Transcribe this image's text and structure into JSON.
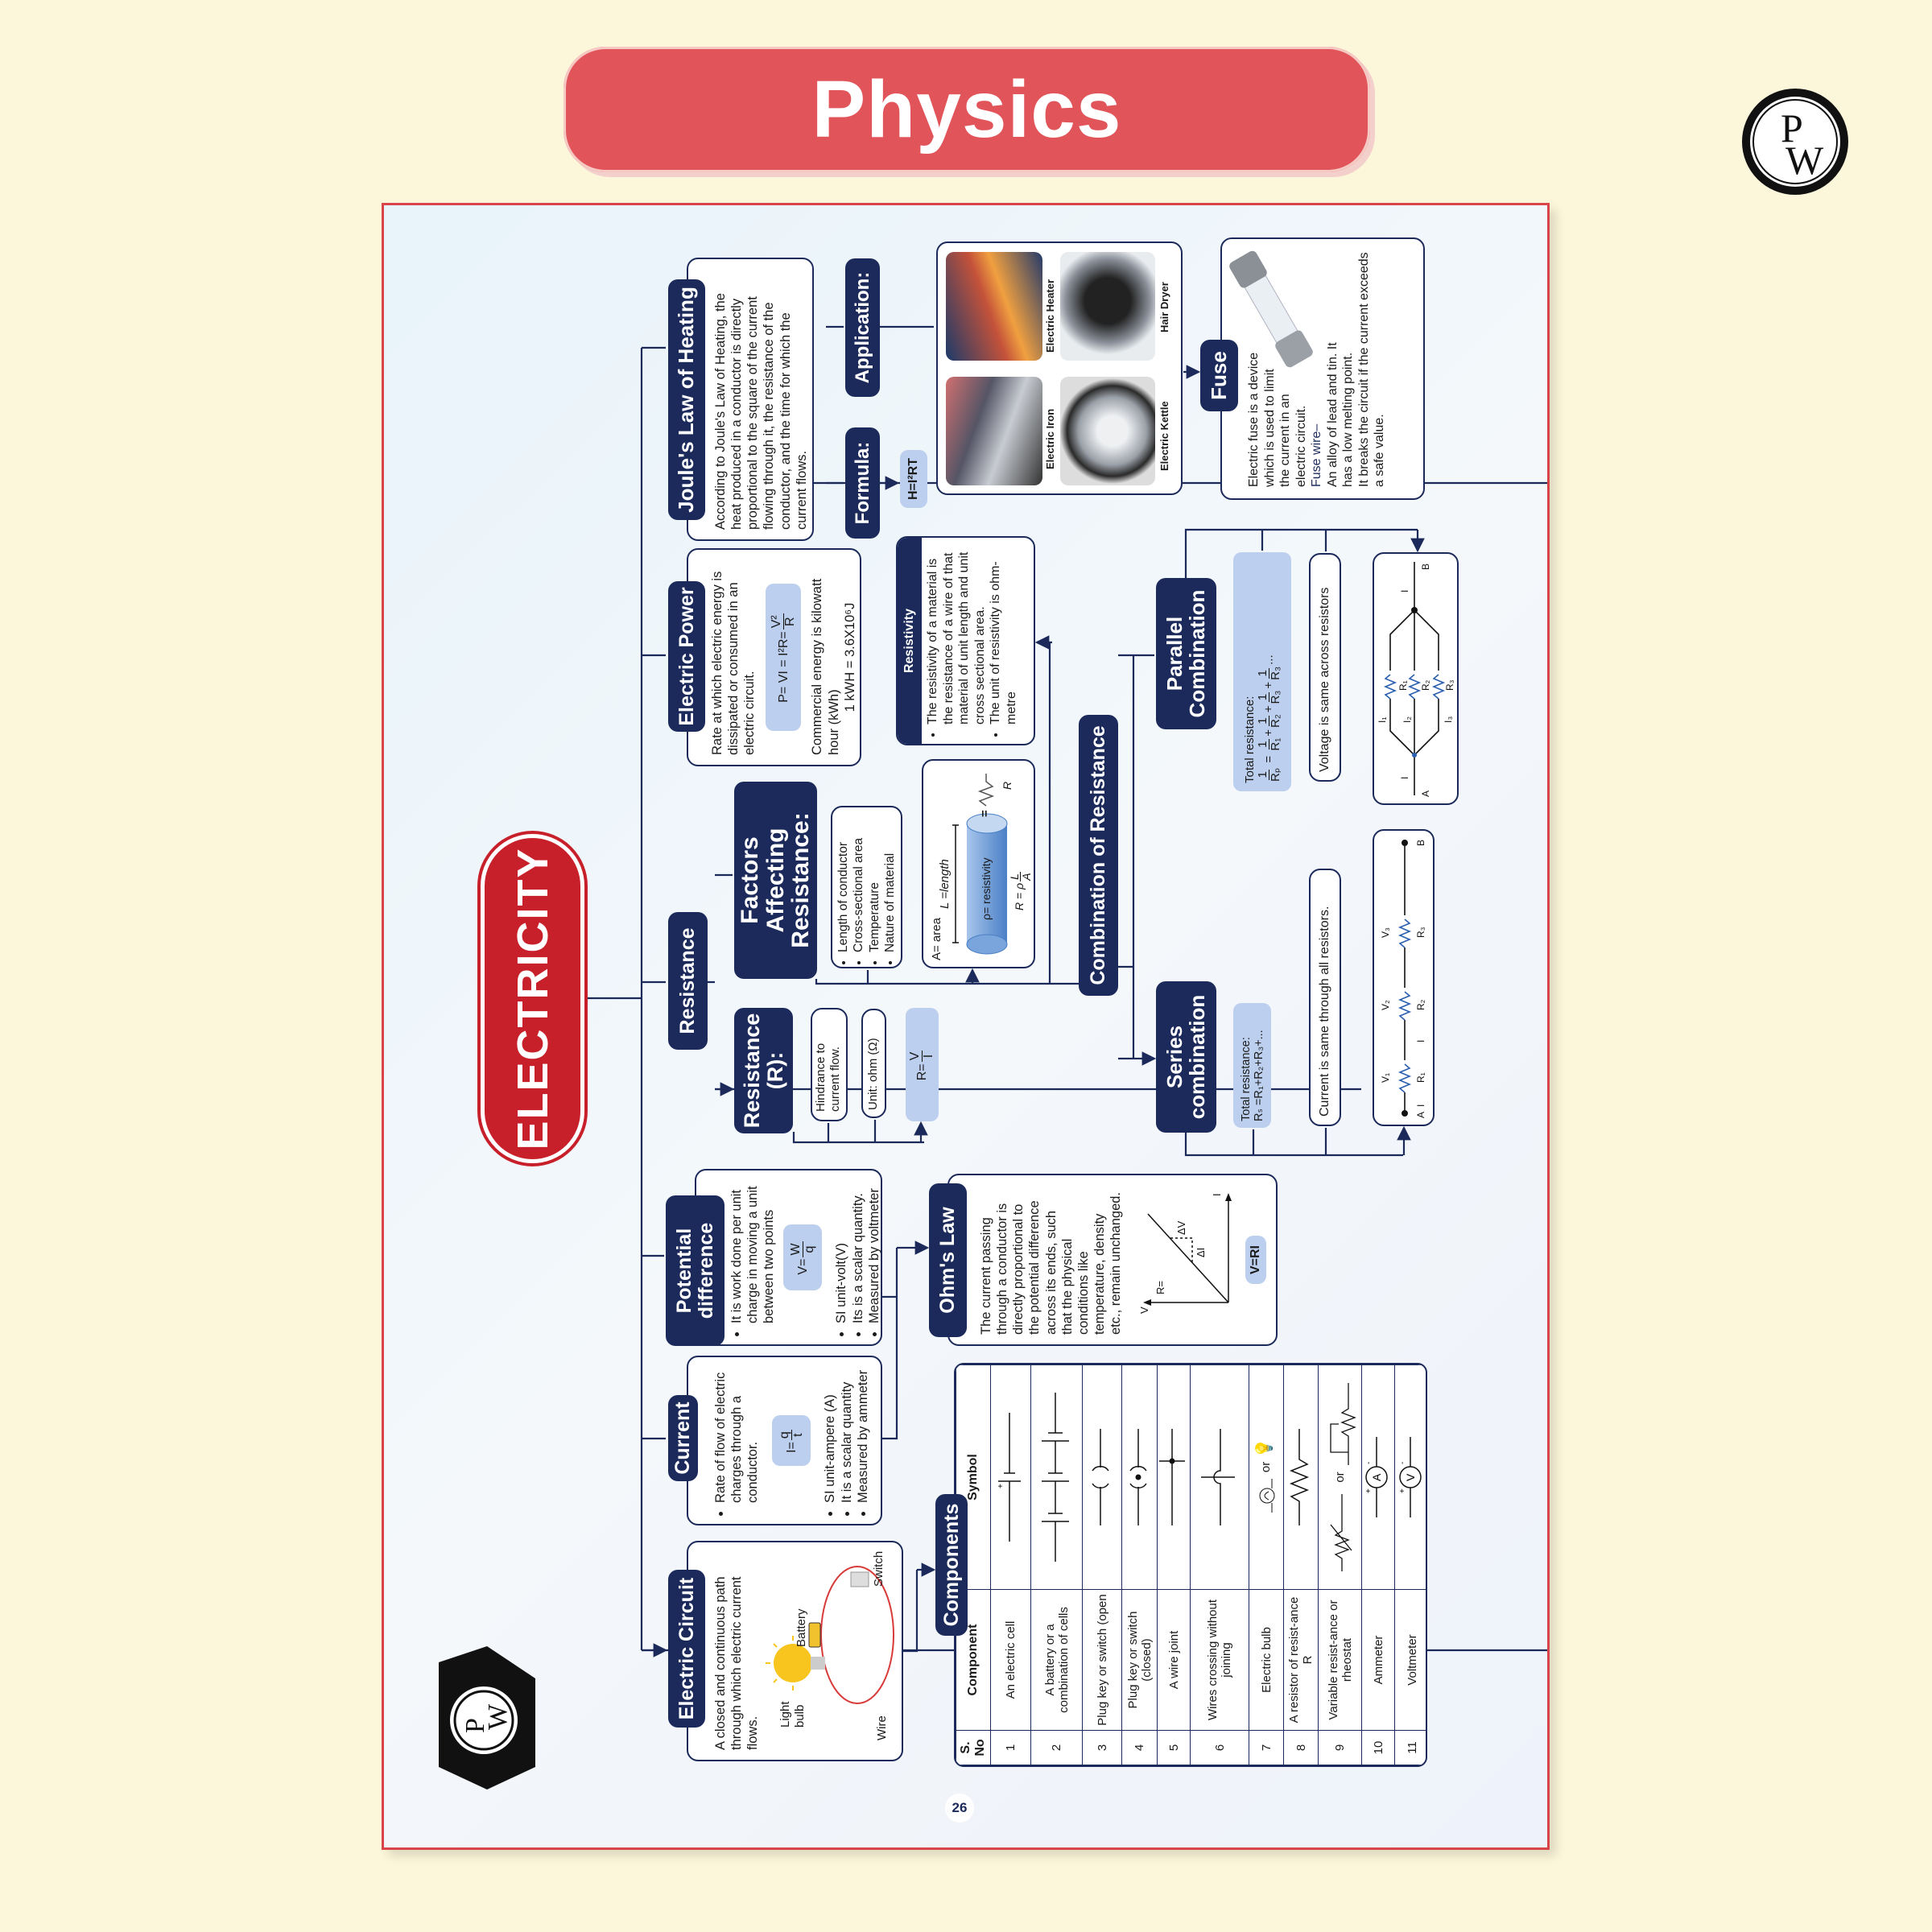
{
  "header": {
    "title": "Physics"
  },
  "logo": {
    "text": "PW"
  },
  "page_number": "26",
  "root": "ELECTRICITY",
  "colors": {
    "navy": "#1b2a5a",
    "red": "#c8202b",
    "header": "#e0545a",
    "highlight": "#bccfee",
    "background": "#fcf6da"
  },
  "joule": {
    "title": "Joule's Law of Heating",
    "text": "According to Joule's Law of Heating, the heat produced in a conductor is directly proportional to the square of the current flowing through it, the resistance of the conductor, and the time for which the current flows.",
    "formula_title": "Formula:",
    "formula": "H=I²RT",
    "application_title": "Application:",
    "applications": [
      "Electric Heater",
      "Hair Dryer",
      "Electric Iron",
      "Electric Kettle"
    ]
  },
  "power": {
    "title": "Electric Power",
    "text": "Rate at which electric energy is dissipated or consumed in an electric circuit.",
    "formula_lhs": "P= VI = I²R=",
    "formula_num": "V²",
    "formula_den": "R",
    "commercial": "Commercial energy is kilowatt hour (kWh)",
    "conversion": "1 kWH = 3.6X10⁶J"
  },
  "resistivity": {
    "title": "Resistivity",
    "bullets": [
      "The resistivity of a material is the resistance of a wire of that material of unit length and unit cross sectional area.",
      "The unit of resistivity is ohm-metre"
    ]
  },
  "resistance": {
    "title": "Resistance",
    "r_title": "Resistance (R):",
    "hindrance": "Hindrance to current flow.",
    "unit": "Unit: ohm (Ω)",
    "formula_lhs": "R=",
    "formula_num": "V",
    "formula_den": "I"
  },
  "factors": {
    "title": "Factors Affecting Resistance:",
    "items": [
      "Length of conductor",
      "Cross-sectional area",
      "Temperature",
      "Nature of material"
    ],
    "diagram": {
      "area": "A= area",
      "length": "L =length",
      "resistivity": "ρ= resistivity",
      "eq": "R = ρ",
      "num": "L",
      "den": "A",
      "r": "R",
      "equals": "="
    }
  },
  "combination": {
    "title": "Combination of Resistance",
    "series": {
      "title": "Series combination",
      "formula_label": "Total resistance:",
      "formula": "Rₛ =R₁+R₂+R₃+...",
      "note": "Current is same through all resistors.",
      "labels": [
        "A",
        "I",
        "V₁",
        "R₁",
        "I",
        "V₂",
        "R₂",
        "V₃",
        "R₃",
        "B"
      ]
    },
    "parallel": {
      "title": "Parallel Combination",
      "formula_label": "Total resistance:",
      "formula_lhs_num": "1",
      "formula_lhs_den": "Rₚ",
      "terms": [
        "R₁",
        "R₂",
        "R₃",
        "R₃"
      ],
      "term_num": "1",
      "note": "Voltage is same across resistors",
      "labels": [
        "A",
        "I",
        "I₁",
        "R₁",
        "I₂",
        "R₂",
        "I₃",
        "R₃",
        "I",
        "B"
      ]
    }
  },
  "fuse": {
    "title": "Fuse",
    "text": "Electric fuse is a device which is used to limit the current in an electric circuit.",
    "wire_label": "Fuse wire–",
    "wire_text": "An alloy of lead and tin. It has a low melting point.",
    "breaks": "It breaks the circuit if the current exceeds a safe value."
  },
  "potential": {
    "title": "Potential difference",
    "bullet": "It is work done per unit charge in moving a unit between two points",
    "formula_lhs": "V=",
    "formula_num": "W",
    "formula_den": "q",
    "bullets": [
      "SI unit-volt(V)",
      "Its is a scalar quantity.",
      "Measured by voltmeter"
    ]
  },
  "current": {
    "title": "Current",
    "bullet": "Rate of flow of electric charges through a conductor.",
    "formula_lhs": "I=",
    "formula_num": "q",
    "formula_den": "t",
    "bullets": [
      "SI unit-ampere (A)",
      "It is a scalar quantity",
      "Measured by ammeter"
    ]
  },
  "ohm": {
    "title": "Ohm's Law",
    "text": "The current passing through a conductor is directly proportional to the potential difference across its ends, such that the physical conditions like temperature, density etc., remain unchanged.",
    "graph": {
      "v": "V",
      "i": "I",
      "r": "R=",
      "dv": "ΔV",
      "di": "ΔI"
    },
    "formula": "V=RI"
  },
  "circuit": {
    "title": "Electric Circuit",
    "text": "A closed and continuous path through which electric current flows.",
    "labels": {
      "bulb": "Light bulb",
      "battery": "Battery",
      "switch": "Switch",
      "wire": "Wire"
    }
  },
  "components": {
    "title": "Components",
    "headers": [
      "S. No",
      "Component",
      "Symbol"
    ],
    "or": "or",
    "rows": [
      {
        "sno": "1",
        "name": "An electric cell",
        "icon": "cell-symbol"
      },
      {
        "sno": "2",
        "name": "A battery or a combination of cells",
        "icon": "battery-symbol"
      },
      {
        "sno": "3",
        "name": "Plug key or switch (open",
        "icon": "open-key-symbol"
      },
      {
        "sno": "4",
        "name": "Plug key or switch (closed)",
        "icon": "closed-key-symbol"
      },
      {
        "sno": "5",
        "name": "A wire joint",
        "icon": "wire-joint-symbol"
      },
      {
        "sno": "6",
        "name": "Wires crossing without joining",
        "icon": "wire-crossing-symbol"
      },
      {
        "sno": "7",
        "name": "Electric bulb",
        "icon": "bulb-symbol"
      },
      {
        "sno": "8",
        "name": "A resistor of resist-ance R",
        "icon": "resistor-symbol"
      },
      {
        "sno": "9",
        "name": "Variable resist-ance or rheostat",
        "icon": "rheostat-symbol"
      },
      {
        "sno": "10",
        "name": "Ammeter",
        "icon": "ammeter-symbol"
      },
      {
        "sno": "11",
        "name": "Voltmeter",
        "icon": "voltmeter-symbol"
      }
    ]
  }
}
